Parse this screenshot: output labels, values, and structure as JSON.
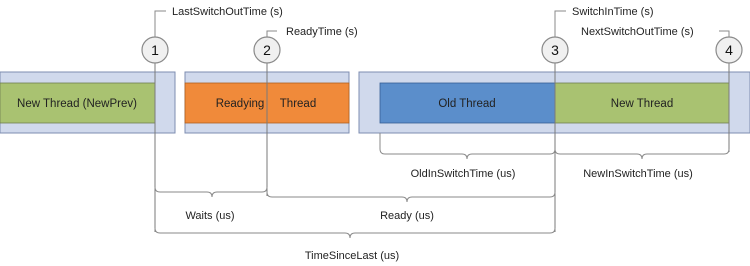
{
  "colors": {
    "frame": "#d0d9ec",
    "frame_border": "#7e8db0",
    "green": "#a9c271",
    "orange": "#f08a3a",
    "blue": "#5b8ecb",
    "line": "#8a8a8a"
  },
  "bars": {
    "new_thread_prev": "New Thread (NewPrev)",
    "readying_left": "Readying",
    "readying_right": "Thread",
    "old_thread": "Old Thread",
    "new_thread": "New Thread"
  },
  "markers": {
    "m1": {
      "number": "1",
      "label": "LastSwitchOutTime (s)"
    },
    "m2": {
      "number": "2",
      "label": "ReadyTime (s)"
    },
    "m3": {
      "number": "3",
      "label": "SwitchInTime (s)"
    },
    "m4": {
      "number": "4",
      "label": "NextSwitchOutTime (s)"
    }
  },
  "intervals": {
    "old_in_switch": "OldInSwitchTime (us)",
    "new_in_switch": "NewInSwitchTime (us)",
    "waits": "Waits (us)",
    "ready": "Ready (us)",
    "time_since_last": "TimeSinceLast (us)"
  }
}
